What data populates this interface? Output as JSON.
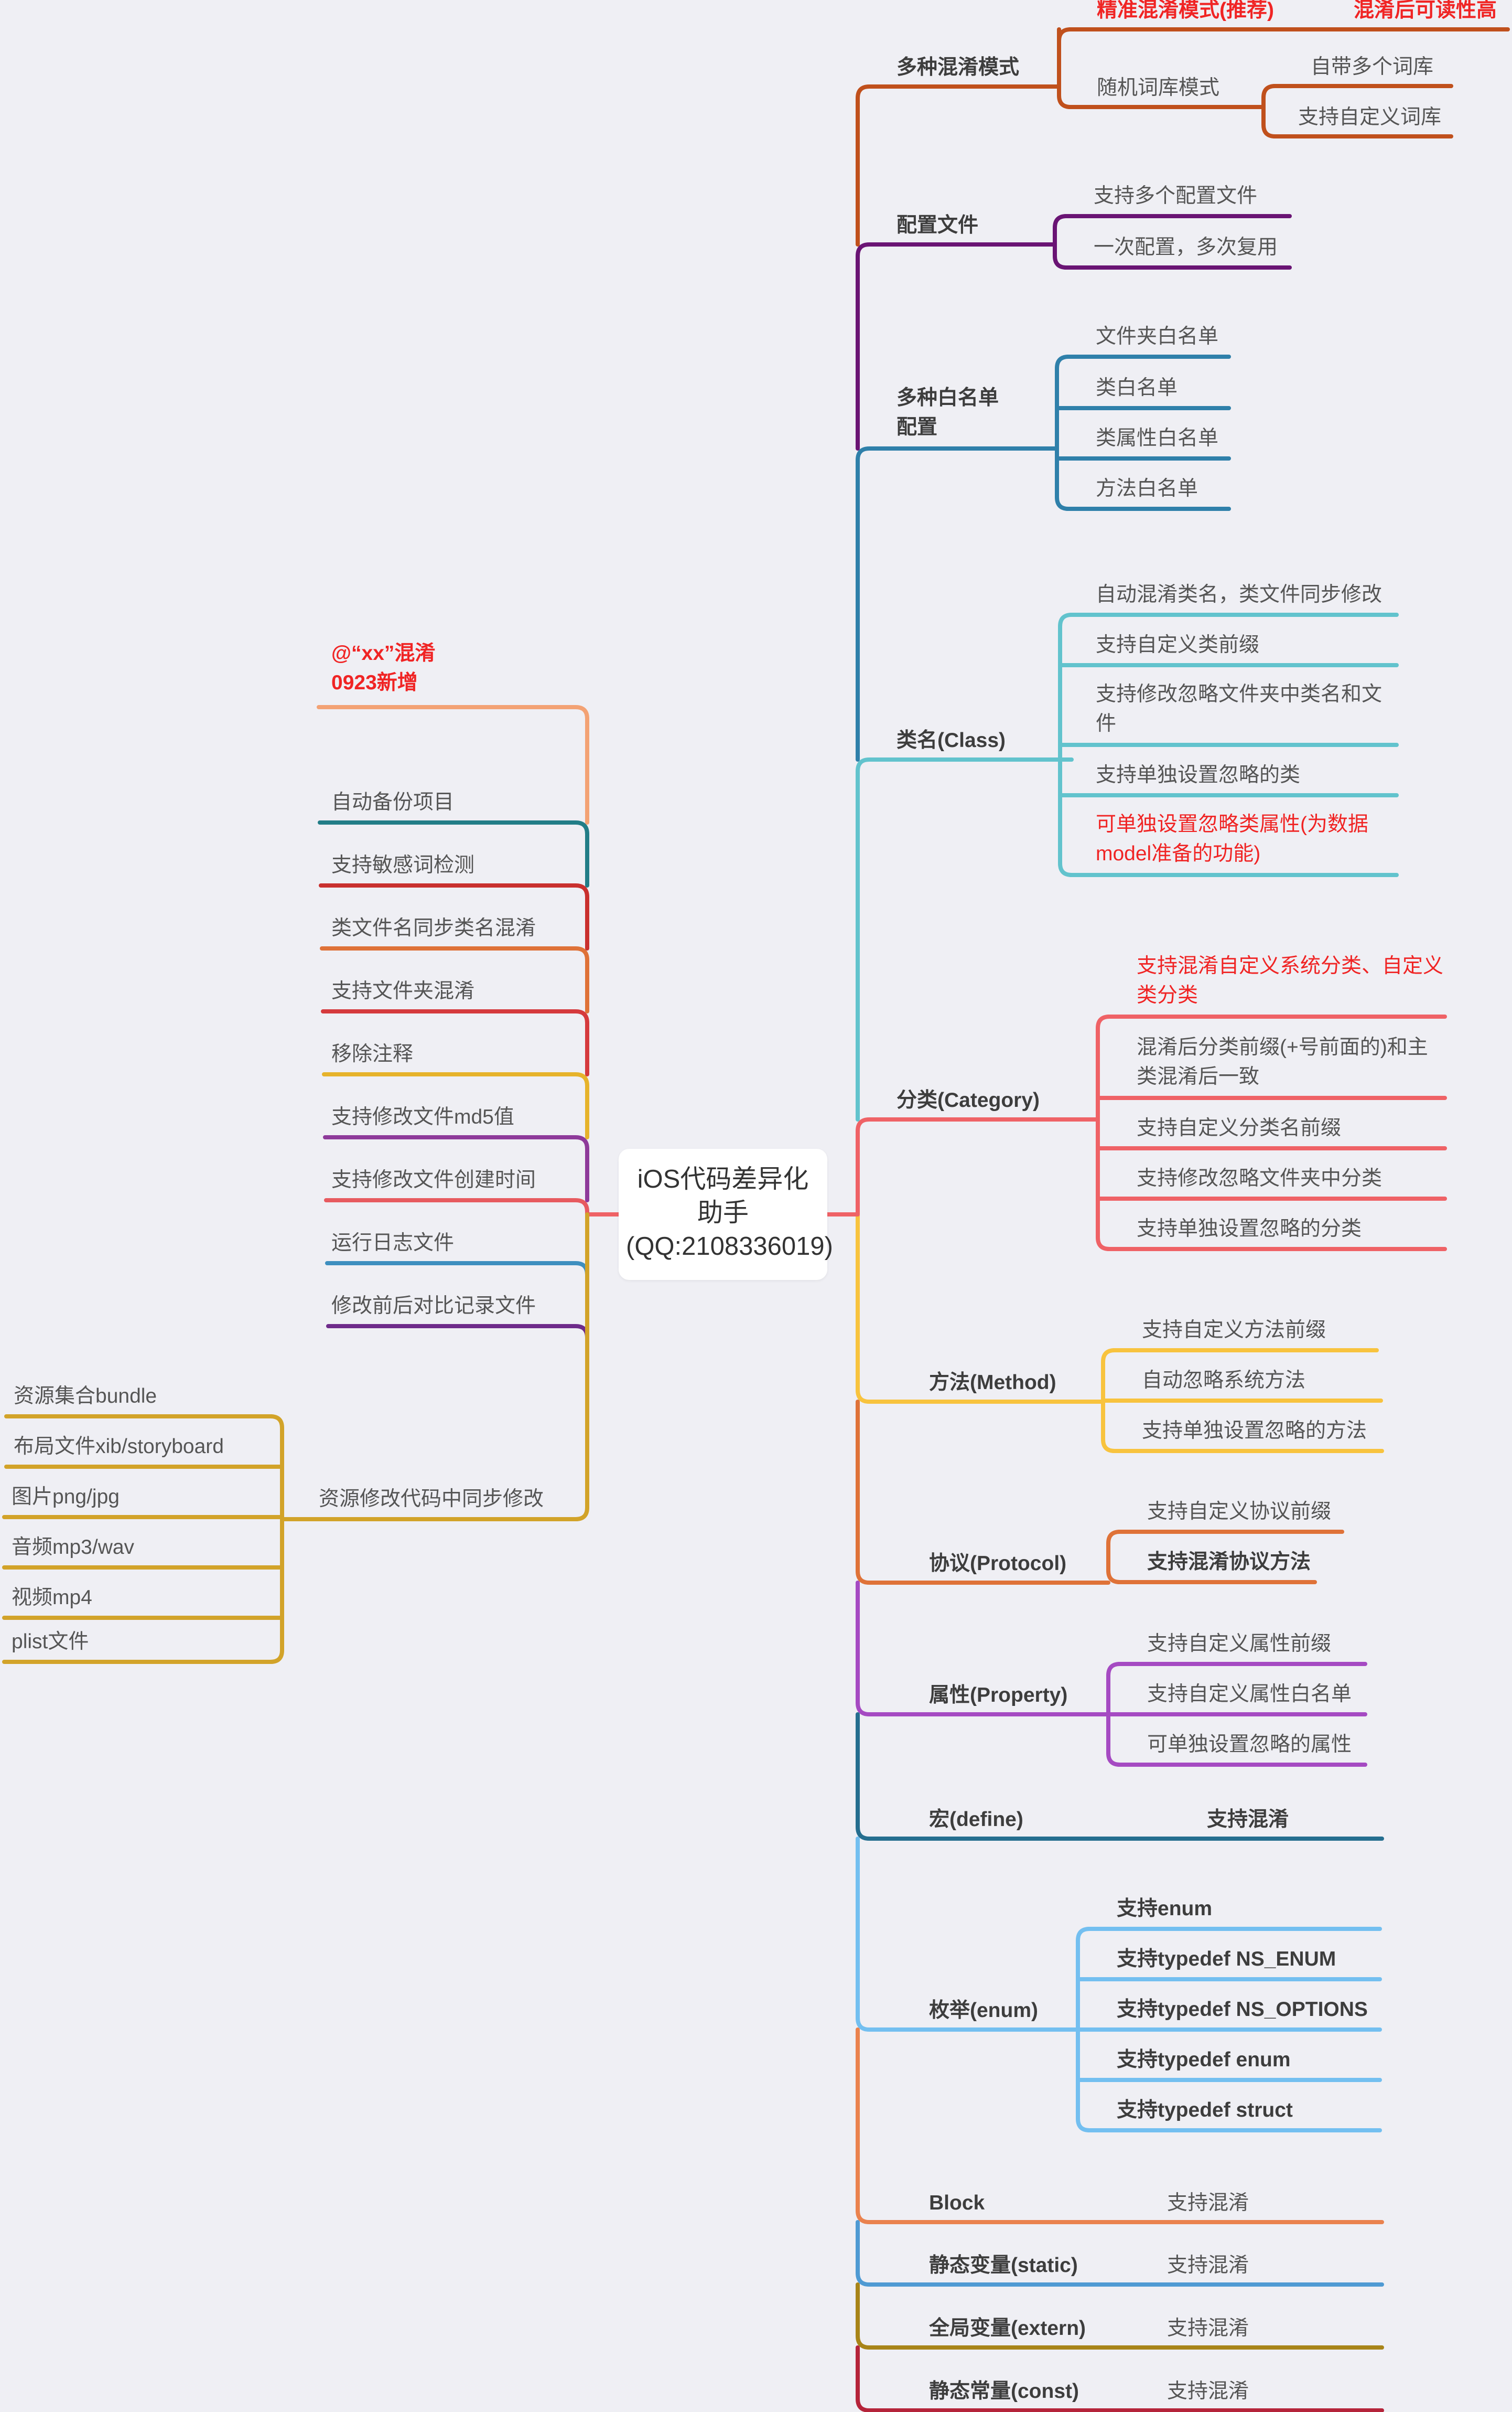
{
  "root": {
    "label": "iOS代码差异化助手(QQ:2108336019)"
  },
  "colors": {
    "orange": "#c0501c",
    "purple": "#6a1474",
    "blue": "#2f80aa",
    "cyan": "#62c3cd",
    "coral": "#ef6266",
    "yellow": "#f8c33e",
    "orange2": "#df7238",
    "violet": "#a54ac2",
    "teal": "#256e8f",
    "sky": "#73bff0",
    "salmon": "#ea824e",
    "midblue": "#4f9ad3",
    "olive": "#a88418",
    "crimson": "#b5243a",
    "peach": "#f3a274",
    "darkcyan": "#227d87",
    "red": "#c9302e",
    "red2": "#d53a3d",
    "gold": "#e6b32b",
    "purple2": "#8e3a9a",
    "coral2": "#e75a5f",
    "steelblue": "#3e8fbf",
    "darkpurple": "#6e2b8a",
    "mustard": "#d2a329",
    "alert": "#f02424"
  },
  "right_branches": [
    {
      "label": "多种混淆模式",
      "items": [
        {
          "label": "精准混淆模式(推荐)",
          "note": "混淆后可读性高"
        },
        {
          "label": "随机词库模式",
          "items": [
            "自带多个词库",
            "支持自定义词库"
          ]
        }
      ]
    },
    {
      "label": "配置文件",
      "items": [
        "支持多个配置文件",
        "一次配置，多次复用"
      ]
    },
    {
      "label": "多种白名单配置",
      "items": [
        "文件夹白名单",
        "类白名单",
        "类属性白名单",
        "方法白名单"
      ]
    },
    {
      "label": "类名(Class)",
      "items": [
        "自动混淆类名，类文件同步修改",
        "支持自定义类前缀",
        "支持修改忽略文件夹中类名和文件",
        "支持单独设置忽略的类",
        "可单独设置忽略类属性(为数据model准备的功能)"
      ]
    },
    {
      "label": "分类(Category)",
      "items": [
        "支持混淆自定义系统分类、自定义类分类",
        "混淆后分类前缀(+号前面的)和主类混淆后一致",
        "支持自定义分类名前缀",
        "支持修改忽略文件夹中分类",
        "支持单独设置忽略的分类"
      ]
    },
    {
      "label": "方法(Method)",
      "items": [
        "支持自定义方法前缀",
        "自动忽略系统方法",
        "支持单独设置忽略的方法"
      ]
    },
    {
      "label": "协议(Protocol)",
      "items": [
        "支持自定义协议前缀",
        "支持混淆协议方法"
      ]
    },
    {
      "label": "属性(Property)",
      "items": [
        "支持自定义属性前缀",
        "支持自定义属性白名单",
        "可单独设置忽略的属性"
      ]
    },
    {
      "label": "宏(define)",
      "items": [
        "支持混淆"
      ]
    },
    {
      "label": "枚举(enum)",
      "items": [
        "支持enum",
        "支持typedef NS_ENUM",
        "支持typedef NS_OPTIONS",
        "支持typedef enum",
        "支持typedef struct"
      ]
    },
    {
      "label": "Block",
      "items": [
        "支持混淆"
      ]
    },
    {
      "label": "静态变量(static)",
      "items": [
        "支持混淆"
      ]
    },
    {
      "label": "全局变量(extern)",
      "items": [
        "支持混淆"
      ]
    },
    {
      "label": "静态常量(const)",
      "items": [
        "支持混淆"
      ]
    }
  ],
  "left_branches": [
    {
      "label": "@“xx”混淆0923新增"
    },
    {
      "label": "自动备份项目"
    },
    {
      "label": "支持敏感词检测"
    },
    {
      "label": "类文件名同步类名混淆"
    },
    {
      "label": "支持文件夹混淆"
    },
    {
      "label": "移除注释"
    },
    {
      "label": "支持修改文件md5值"
    },
    {
      "label": "支持修改文件创建时间"
    },
    {
      "label": "运行日志文件"
    },
    {
      "label": "修改前后对比记录文件"
    },
    {
      "label": "资源修改代码中同步修改",
      "items": [
        "资源集合bundle",
        "布局文件xib/storyboard",
        "图片png/jpg",
        "音频mp3/wav",
        "视频mp4",
        "plist文件"
      ]
    }
  ]
}
